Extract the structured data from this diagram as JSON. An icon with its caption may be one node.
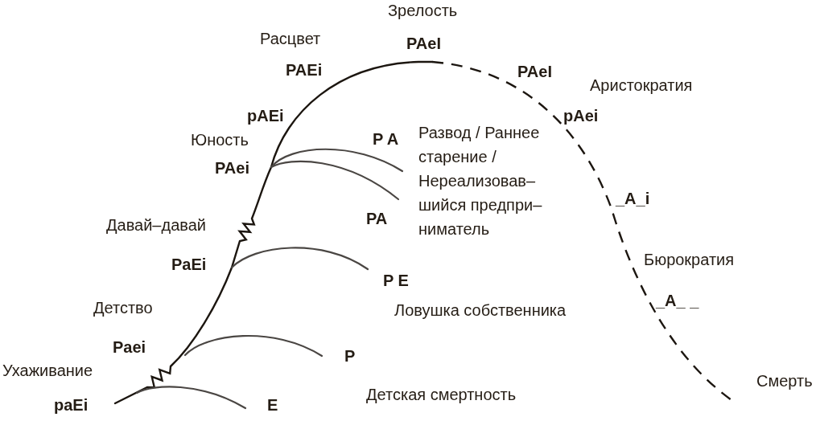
{
  "diagram": {
    "labels": [
      "Зрелость",
      "Расцвет",
      "PAeI",
      "PAEi",
      "PAeI",
      "Аристократия",
      "pAEi",
      "pAei",
      "Юность",
      "P A",
      "Развод / Раннее старение / Нереализовав– шийся предпри– ниматель",
      "PAei",
      "_A_i",
      "Давай–давай",
      "PA",
      "PaEi",
      "Бюрократия",
      "P E",
      "_A_ _",
      "Детство",
      "Ловушка собственника",
      "Paei",
      "P",
      "Ухаживание",
      "Смерть",
      "Детская смертность",
      "paEi",
      "E"
    ]
  }
}
